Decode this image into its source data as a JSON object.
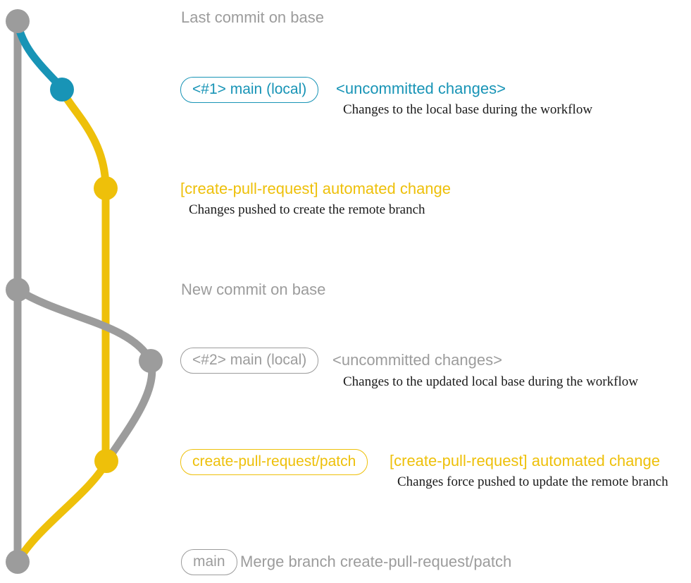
{
  "colors": {
    "gray": "#9c9c9c",
    "teal": "#1894b6",
    "yellow": "#eec00a",
    "ink": "#1a1a1a"
  },
  "labels": {
    "last_commit": "Last commit on base",
    "branch1_badge": "<#1> main (local)",
    "branch1_note": "<uncommitted changes>",
    "branch1_desc": "Changes to the local base during the workflow",
    "cpr1_heading": "[create-pull-request] automated change",
    "cpr1_desc": "Changes pushed to create the remote branch",
    "new_commit": "New commit on base",
    "branch2_badge": "<#2> main (local)",
    "branch2_note": "<uncommitted changes>",
    "branch2_desc": "Changes to the updated local base during the workflow",
    "patch_badge": "create-pull-request/patch",
    "cpr2_heading": "[create-pull-request] automated change",
    "cpr2_desc": "Changes force pushed to update the remote branch",
    "main_badge": "main",
    "merge_text": "Merge branch create-pull-request/patch"
  },
  "graph": {
    "branch_colors": {
      "base": "#9c9c9c",
      "local_main": "#1894b6",
      "remote_patch": "#eec00a"
    },
    "nodes": [
      {
        "label": "Last commit on base",
        "branch": "base"
      },
      {
        "label": "<#1> main (local)",
        "branch": "local_main"
      },
      {
        "label": "[create-pull-request] automated change",
        "branch": "remote_patch"
      },
      {
        "label": "New commit on base",
        "branch": "base"
      },
      {
        "label": "<#2> main (local)",
        "branch": "base"
      },
      {
        "label": "create-pull-request/patch",
        "branch": "remote_patch"
      },
      {
        "label": "Merge branch create-pull-request/patch",
        "branch": "base"
      }
    ]
  }
}
